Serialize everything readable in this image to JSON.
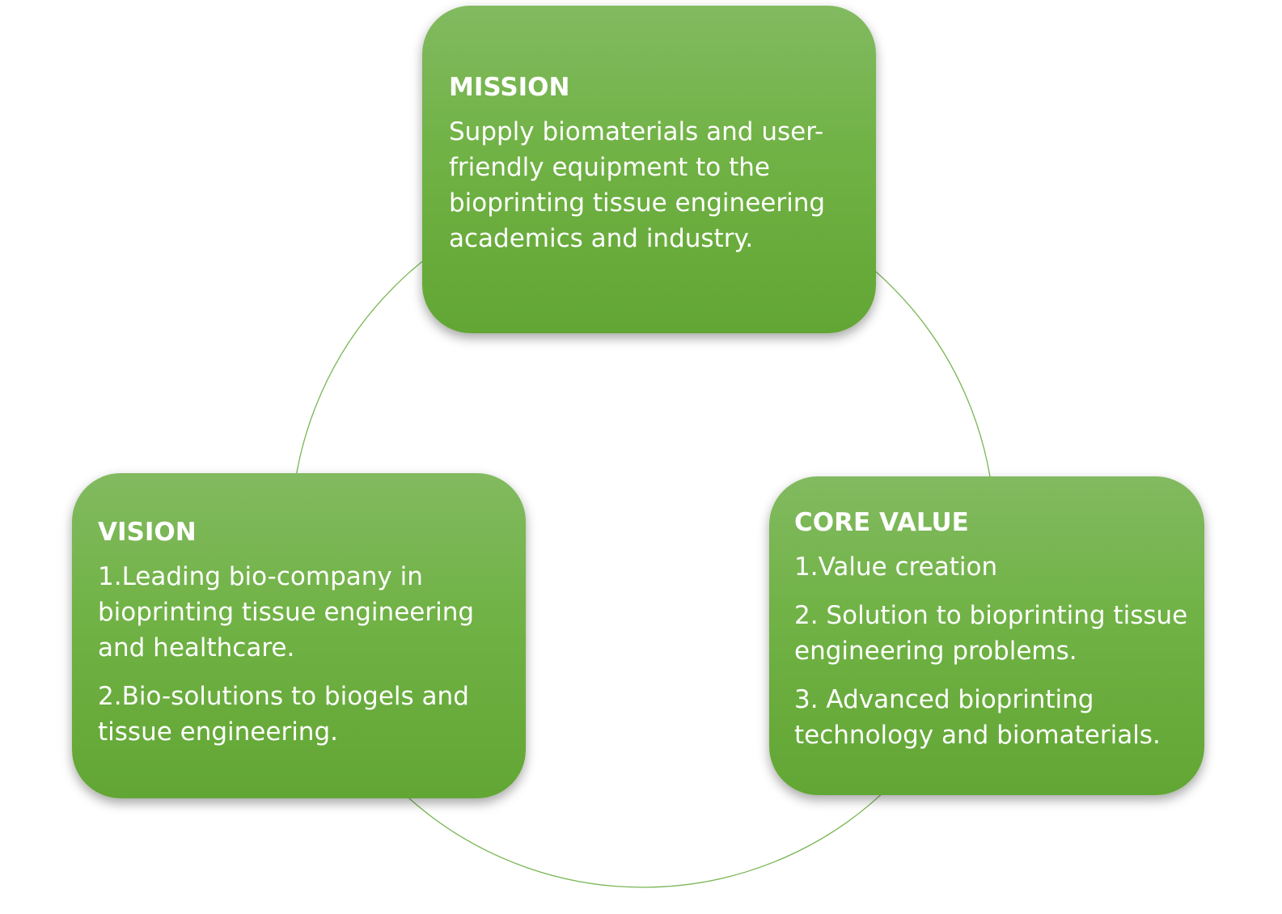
{
  "colors": {
    "box_top": "#82ba60",
    "box_bottom": "#62a634",
    "text": "#ffffff",
    "cycle_line": "#78b654"
  },
  "mission": {
    "title": "MISSION",
    "text": "Supply biomaterials and user-friendly equipment to the bioprinting tissue engineering academics and industry."
  },
  "vision": {
    "title": "VISION",
    "items": [
      "1.Leading bio-company in bioprinting tissue engineering and healthcare.",
      "2.Bio-solutions to biogels and tissue engineering."
    ]
  },
  "core_value": {
    "title": "CORE VALUE",
    "items": [
      "1.Value creation",
      "2. Solution to bioprinting tissue engineering problems.",
      "3. Advanced bioprinting technology and biomaterials."
    ]
  }
}
